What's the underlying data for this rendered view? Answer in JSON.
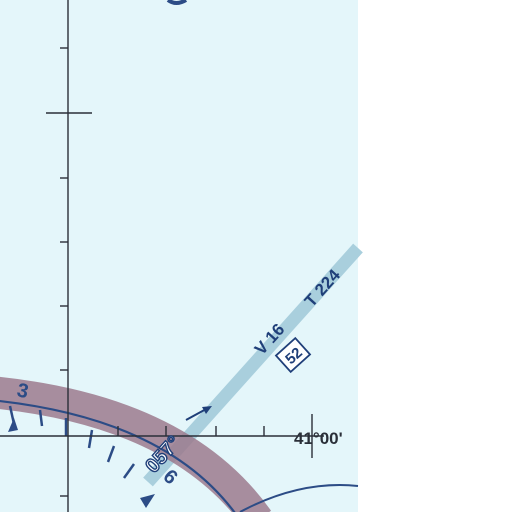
{
  "map": {
    "airway_primary": "V 16",
    "airway_secondary": "T 224",
    "mea": "52",
    "radial": "057°",
    "latitude": "41°00'",
    "ring_number_upper": "3",
    "ring_number_lower": "6"
  },
  "colors": {
    "water": "#e4f6fa",
    "land": "#ffffff",
    "airway": "#a9cfdd",
    "airway_text": "#1f3f79",
    "class_b_ring": "#8f6b80",
    "boundary": "#2c4c86",
    "grid": "#2a2f38"
  }
}
